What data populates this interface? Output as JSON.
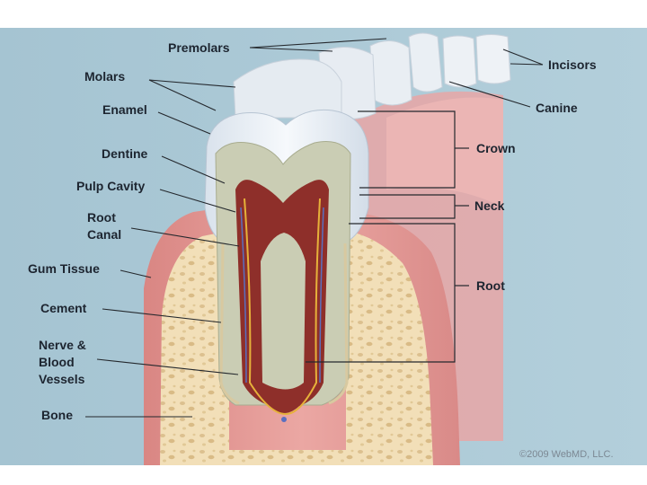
{
  "labels": {
    "premolars": "Premolars",
    "molars": "Molars",
    "incisors": "Incisors",
    "canine": "Canine",
    "enamel": "Enamel",
    "dentine": "Dentine",
    "pulp_cavity": "Pulp Cavity",
    "root_canal_1": "Root",
    "root_canal_2": "Canal",
    "gum_tissue": "Gum Tissue",
    "cement": "Cement",
    "nerve_1": "Nerve &",
    "nerve_2": "Blood",
    "nerve_3": "Vessels",
    "bone": "Bone",
    "crown": "Crown",
    "neck": "Neck",
    "root": "Root"
  },
  "copyright": "©2009 WebMD, LLC.",
  "colors": {
    "background": "#a9c7d4",
    "gum": "#e59a99",
    "bone": "#f1dcb2",
    "enamel": "#e8eef5",
    "dentine": "#c9cbb2",
    "pulp": "#8e2f2a",
    "nerve": "#e6b13a",
    "vessel": "#5a6fc0"
  }
}
